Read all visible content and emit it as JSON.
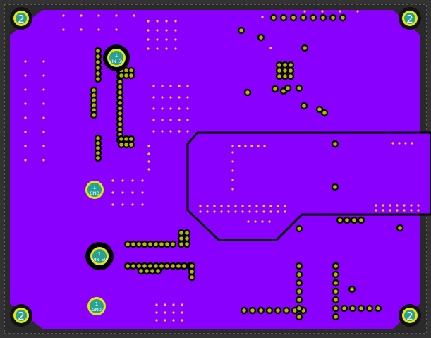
{
  "colors": {
    "background": "#3a3a3a",
    "board": "#2a2a2a",
    "copper": "#8a00ff",
    "trace": "#000000",
    "pad_yellow": "#ffff00",
    "pad_teal": "#2aa198",
    "via": "#e6d600",
    "pad_ring": "#c8c800"
  },
  "mount_holes": [
    {
      "label": "2"
    },
    {
      "label": "2"
    },
    {
      "label": "2"
    },
    {
      "label": "2"
    }
  ],
  "test_points": [
    {
      "number": "1",
      "net": "GND"
    },
    {
      "number": "1",
      "net": "GND"
    },
    {
      "number": "1",
      "net": "VIN_5V"
    },
    {
      "number": "1",
      "net": "VIN_5V"
    }
  ]
}
